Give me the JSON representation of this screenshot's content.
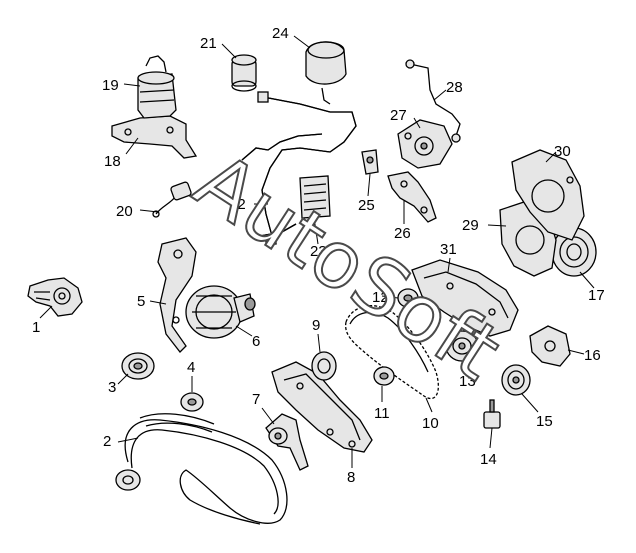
{
  "watermark": {
    "text": "AutoSoft"
  },
  "callouts": {
    "c1": "1",
    "c2": "2",
    "c3": "3",
    "c4": "4",
    "c5": "5",
    "c6": "6",
    "c7": "7",
    "c8": "8",
    "c9": "9",
    "c10": "10",
    "c11": "11",
    "c12": "12",
    "c13": "13",
    "c14": "14",
    "c15": "15",
    "c16": "16",
    "c17": "17",
    "c18": "18",
    "c19": "19",
    "c20": "20",
    "c21": "21",
    "c22": "22",
    "c23": "23",
    "c24": "24",
    "c25": "25",
    "c26": "26",
    "c27": "27",
    "c28": "28",
    "c29": "29",
    "c30": "30",
    "c31": "31"
  }
}
